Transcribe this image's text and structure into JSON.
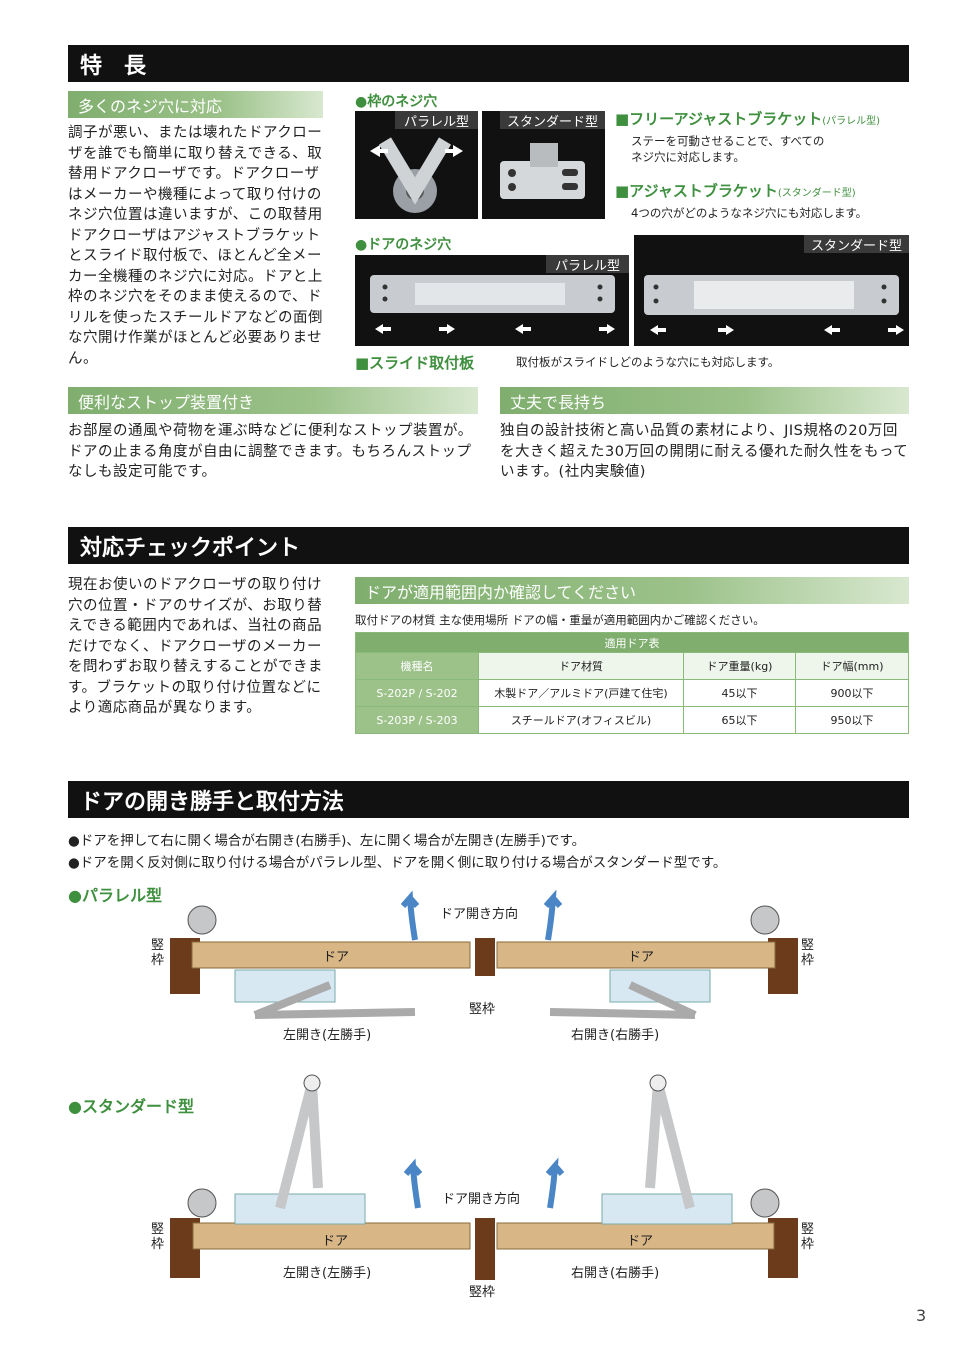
{
  "sections": {
    "features_title": "特　長",
    "check_title": "対応チェックポイント",
    "direction_title": "ドアの開き勝手と取付方法"
  },
  "features": {
    "screw": {
      "heading": "多くのネジ穴に対応",
      "text": "調子が悪い、または壊れたドアクローザを誰でも簡単に取り替えできる、取替用ドアクローザです。ドアクローザはメーカーや機種によって取り付けのネジ穴位置は違いますが、この取替用ドアクローザはアジャストブラケットとスライド取付板で、ほとんど全メーカー全機種のネジ穴に対応。ドアと上枠のネジ穴をそのまま使えるので、ドリルを使ったスチールドアなどの面倒な穴開け作業がほとんど必要ありません。"
    },
    "frame_screw_label": "●枠のネジ穴",
    "door_screw_label": "●ドアのネジ穴",
    "tag_parallel": "パラレル型",
    "tag_standard": "スタンダード型",
    "free_adjust_title": "■フリーアジャストブラケット",
    "free_adjust_sub": "(パラレル型)",
    "free_adjust_desc": "ステーを可動させることで、すべてのネジ穴に対応します。",
    "adjust_title": "■アジャストブラケット",
    "adjust_sub": "(スタンダード型)",
    "adjust_desc": "4つの穴がどのようなネジ穴にも対応します。",
    "slide_title": "■スライド取付板",
    "slide_desc": "取付板がスライドしどのような穴にも対応します。",
    "stop": {
      "heading": "便利なストップ装置付き",
      "text": "お部屋の通風や荷物を運ぶ時などに便利なストップ装置が。ドアの止まる角度が自由に調整できます。もちろんストップなしも設定可能です。"
    },
    "durable": {
      "heading": "丈夫で長持ち",
      "text": "独自の設計技術と高い品質の素材により、JIS規格の20万回を大きく超えた30万回の開閉に耐える優れた耐久性をもっています。(社内実験値)"
    }
  },
  "check": {
    "text": "現在お使いのドアクローザの取り付け穴の位置・ドアのサイズが、お取り替えできる範囲内であれば、当社の商品だけでなく、ドアクローザのメーカーを問わずお取り替えすることができます。ブラケットの取り付け位置などにより適応商品が異なります。",
    "confirm_heading": "ドアが適用範囲内か確認してください",
    "confirm_note": "取付ドアの材質 主な使用場所 ドアの幅・重量が適用範囲内かご確認ください。",
    "table": {
      "caption": "適用ドア表",
      "headers": [
        "機種名",
        "ドア材質",
        "ドア重量(kg)",
        "ドア幅(mm)"
      ],
      "rows": [
        [
          "S-202P / S-202",
          "木製ドア／アルミドア(戸建て住宅)",
          "45以下",
          "900以下"
        ],
        [
          "S-203P / S-203",
          "スチールドア(オフィスビル)",
          "65以下",
          "950以下"
        ]
      ]
    }
  },
  "direction": {
    "bullet1": "●ドアを押して右に開く場合が右開き(右勝手)、左に開く場合が左開き(左勝手)です。",
    "bullet2": "●ドアを開く反対側に取り付ける場合がパラレル型、ドアを開く側に取り付ける場合がスタンダード型です。",
    "parallel_label": "●パラレル型",
    "standard_label": "●スタンダード型",
    "open_direction": "ドア開き方向",
    "door": "ドア",
    "frame_vertical": "竪枠",
    "frame_horizontal": "竪枠",
    "left_open": "左開き(左勝手)",
    "right_open": "右開き(右勝手)"
  },
  "page_number": "3",
  "colors": {
    "accent_green": "#3e8f3e",
    "bar_black": "#111111",
    "frame_brown": "#6b3b1b"
  }
}
